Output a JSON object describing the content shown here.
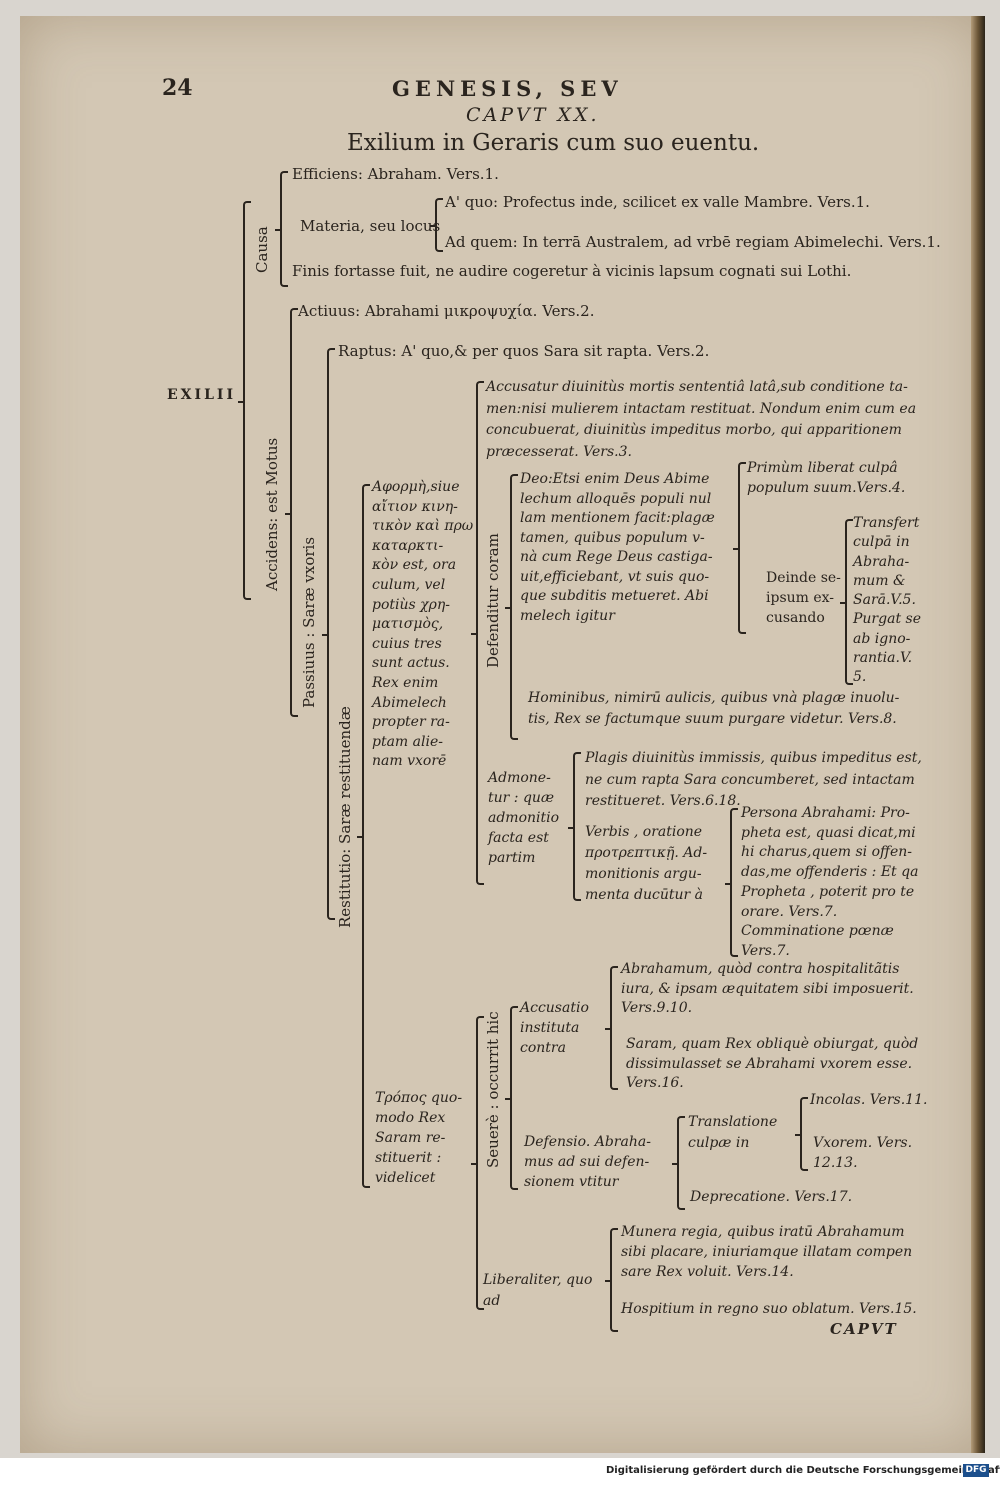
{
  "header": {
    "page_number": "24",
    "book_title": "GENESIS, SEV",
    "chapter": "CAPVT XX.",
    "heading": "Exilium in Geraris cum suo euentu."
  },
  "root_label": "EXILII",
  "causa": {
    "label": "Causa",
    "efficiens": "Efficiens: Abraham. Vers.1.",
    "materia": "Materia, seu locus",
    "a_quo": "A' quo: Profectus inde, scilicet ex valle Mambre. Vers.1.",
    "ad_quem": "Ad quem: In terrā Australem, ad vrbē regiam Abimelechi. Vers.1.",
    "finis": "Finis fortasse fuit, ne audire cogeretur à vicinis lapsum cognati sui Lothi."
  },
  "accidens": {
    "label": "Accidens: est Motus",
    "actiuus": "Actiuus: Abrahami μικροψυχία. Vers.2.",
    "passiuus_label": "Passiuus : Saræ vxoris",
    "raptus": "Raptus: A' quo,& per quos Sara sit rapta. Vers.2.",
    "restitutio_label": "Restitutio: Saræ restituendæ"
  },
  "aphorme": {
    "lines": [
      "Aφορμὴ,siue",
      "αἴτιον κινη-",
      "τικὸν καὶ πρω",
      "καταρκτι-",
      "κὸν est, ora",
      "culum, vel",
      "potiùs χρη-",
      "ματισμὸς,",
      "cuius tres",
      "sunt actus.",
      "Rex enim",
      "Abimelech",
      "propter ra-",
      "ptam alie-",
      "nam vxorē"
    ]
  },
  "accusatur": {
    "lines": [
      "Accusatur diuinitùs mortis sententiâ latâ,sub conditione ta-",
      "men:nisi mulierem intactam restituat. Nondum enim cum ea",
      "concubuerat, diuinitùs impeditus morbo, qui apparitionem",
      "præcesserat. Vers.3."
    ]
  },
  "defenditur": {
    "label": "Defenditur coram",
    "deo_lines": [
      "Deo:Etsi enim Deus Abime",
      "lechum alloquēs populi nul",
      "lam mentionem facit:plagæ",
      "tamen, quibus populum v-",
      "nà cum Rege Deus castiga-",
      "uit,efficiebant, vt suis quo-",
      "que subditis metueret. Abi",
      "melech igitur"
    ],
    "primum_lines": [
      "Primùm liberat culpâ",
      "populum suum.Vers.4."
    ],
    "deinde_lines": [
      "Deinde se-",
      "ipsum ex-",
      "cusando"
    ],
    "transfert_lines": [
      "Transfert",
      "culpā in",
      "Abraha-",
      "mum &",
      "Sarā.V.5."
    ],
    "purgat_lines": [
      "Purgat se",
      "ab igno-",
      "rantia.V.",
      "5."
    ],
    "hominibus_lines": [
      "Hominibus, nimirū aulicis, quibus vnà plagæ inuolu-",
      "tis, Rex se factumque suum purgare videtur. Vers.8."
    ]
  },
  "admonetur": {
    "label_lines": [
      "Admone-",
      "tur : quæ",
      "admonitio",
      "facta est",
      "partim"
    ],
    "plagis_lines": [
      "Plagis diuinitùs immissis, quibus impeditus est,",
      "ne cum rapta Sara concumberet, sed intactam",
      "restitueret. Vers.6.18."
    ],
    "verbis_lines": [
      "Verbis , oratione",
      "προτρεπτικῇ. Ad-",
      "monitionis argu-",
      "menta ducūtur à"
    ],
    "persona_lines": [
      "Persona Abrahami: Pro-",
      "pheta est, quasi dicat,mi",
      "hi charus,quem si offen-",
      "das,me offenderis : Et qa",
      "Propheta , poterit pro te",
      "orare. Vers.7."
    ],
    "comminatione_lines": [
      "Comminatione pœnæ",
      "Vers.7."
    ]
  },
  "tropos": {
    "lines": [
      "Τρόπος quo-",
      "modo Rex",
      "Saram re-",
      "stituerit :",
      "videlicet"
    ]
  },
  "seuere": {
    "label": "Seuerè : occurrit hic",
    "accusatio_lines": [
      "Accusatio",
      "instituta",
      "contra"
    ],
    "abrahamum_lines": [
      "Abrahamum, quòd contra hospitalitãtis",
      "iura, & ipsam æquitatem sibi imposuerit.",
      "Vers.9.10."
    ],
    "saram_lines": [
      "Saram, quam Rex obliquè obiurgat, quòd",
      "dissimulasset se Abrahami vxorem esse.",
      "Vers.16."
    ],
    "defensio_lines": [
      "Defensio. Abraha-",
      "mus ad sui defen-",
      "sionem vtitur"
    ],
    "translatione_lines": [
      "Translatione",
      "culpæ in"
    ],
    "incolas": "Incolas. Vers.11.",
    "vxorem_lines": [
      "Vxorem. Vers.",
      "12.13."
    ],
    "deprecatione": "Deprecatione. Vers.17."
  },
  "liberaliter": {
    "label_lines": [
      "Liberaliter, quo",
      "ad"
    ],
    "munera_lines": [
      "Munera regia, quibus iratū Abrahamum",
      "sibi placare, iniuriamque illatam compen",
      "sare Rex voluit. Vers.14."
    ],
    "hospitium": "Hospitium in regno suo oblatum. Vers.15."
  },
  "catchword": "CAPVT",
  "footer": {
    "text": "Digitalisierung gefördert durch die Deutsche Forschungsgemeinschaft",
    "logo": "DFG"
  }
}
